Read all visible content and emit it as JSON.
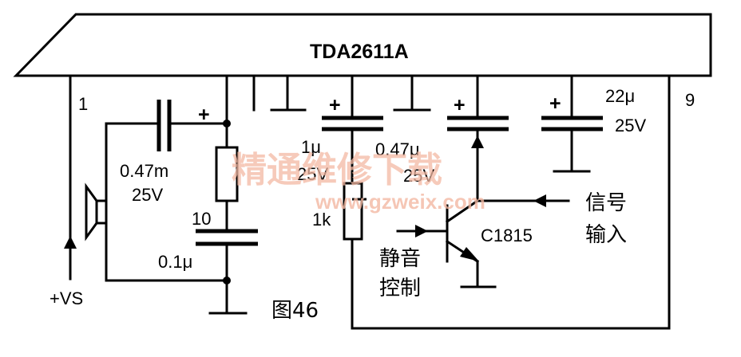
{
  "diagram": {
    "ic_label": "TDA2611A",
    "pin_1": "1",
    "pin_9": "9",
    "pin_10": "10",
    "supply_label": "+VS",
    "figure_label": "图46",
    "components": {
      "c1_value": "0.47m",
      "c1_voltage": "25V",
      "c1_polarity": "+",
      "c2_value": "0.1μ",
      "c3_value": "1μ",
      "c3_voltage": "25V",
      "c3_polarity": "+",
      "c4_value": "0.47μ",
      "c4_voltage": "25V",
      "c4_polarity": "+",
      "c5_value": "22μ",
      "c5_voltage": "25V",
      "c5_polarity": "+",
      "pot_value": "1k",
      "transistor_label": "C1815"
    },
    "signal_input_line1": "信号",
    "signal_input_line2": "输入",
    "mute_control_line1": "静音",
    "mute_control_line2": "控制"
  },
  "watermark": {
    "text_cn": "精通维修下载",
    "text_url": "www.gzweix.com"
  }
}
